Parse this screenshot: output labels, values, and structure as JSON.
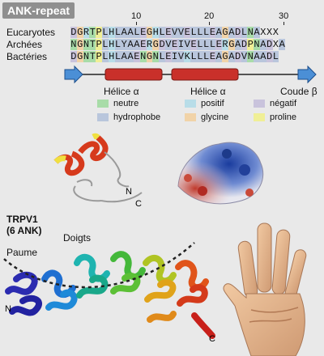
{
  "title": "ANK-repeat",
  "position_numbers": [
    "10",
    "20",
    "30"
  ],
  "rows": [
    {
      "label": "Eucaryotes",
      "residues": [
        [
          "D",
          "neg"
        ],
        [
          "G",
          "gly"
        ],
        [
          "R",
          "pos"
        ],
        [
          "T",
          "neutral"
        ],
        [
          "P",
          "pro"
        ],
        [
          "L",
          "hydro"
        ],
        [
          "H",
          "pos"
        ],
        [
          "L",
          "hydro"
        ],
        [
          "A",
          "hydro"
        ],
        [
          "A",
          "hydro"
        ],
        [
          "L",
          "hydro"
        ],
        [
          "E",
          "neg"
        ],
        [
          "G",
          "gly"
        ],
        [
          "H",
          "pos"
        ],
        [
          "L",
          "hydro"
        ],
        [
          "E",
          "neg"
        ],
        [
          "V",
          "hydro"
        ],
        [
          "V",
          "hydro"
        ],
        [
          "E",
          "neg"
        ],
        [
          "L",
          "hydro"
        ],
        [
          "L",
          "hydro"
        ],
        [
          "L",
          "hydro"
        ],
        [
          "E",
          "neg"
        ],
        [
          "A",
          "hydro"
        ],
        [
          "G",
          "gly"
        ],
        [
          "A",
          "hydro"
        ],
        [
          "D",
          "neg"
        ],
        [
          "L",
          "hydro"
        ],
        [
          "N",
          "neutral"
        ],
        [
          "A",
          "hydro"
        ],
        [
          "X",
          ""
        ],
        [
          "X",
          ""
        ],
        [
          "X",
          ""
        ]
      ]
    },
    {
      "label": "Archées",
      "residues": [
        [
          "N",
          "neutral"
        ],
        [
          "G",
          "gly"
        ],
        [
          "N",
          "neutral"
        ],
        [
          "T",
          "neutral"
        ],
        [
          "P",
          "pro"
        ],
        [
          "L",
          "hydro"
        ],
        [
          "H",
          "pos"
        ],
        [
          "L",
          "hydro"
        ],
        [
          "Y",
          "hydro"
        ],
        [
          "A",
          "hydro"
        ],
        [
          "A",
          "hydro"
        ],
        [
          "E",
          "neg"
        ],
        [
          "R",
          "pos"
        ],
        [
          "G",
          "gly"
        ],
        [
          "D",
          "neg"
        ],
        [
          "V",
          "hydro"
        ],
        [
          "E",
          "neg"
        ],
        [
          "I",
          "hydro"
        ],
        [
          "V",
          "hydro"
        ],
        [
          "E",
          "neg"
        ],
        [
          "L",
          "hydro"
        ],
        [
          "L",
          "hydro"
        ],
        [
          "L",
          "hydro"
        ],
        [
          "E",
          "neg"
        ],
        [
          "R",
          "pos"
        ],
        [
          "G",
          "gly"
        ],
        [
          "A",
          "hydro"
        ],
        [
          "D",
          "neg"
        ],
        [
          "P",
          "pro"
        ],
        [
          "N",
          "neutral"
        ],
        [
          "A",
          "hydro"
        ],
        [
          "D",
          "neg"
        ],
        [
          "X",
          ""
        ],
        [
          "A",
          "hydro"
        ]
      ]
    },
    {
      "label": "Bactéries",
      "residues": [
        [
          "D",
          "neg"
        ],
        [
          "G",
          "gly"
        ],
        [
          "N",
          "neutral"
        ],
        [
          "T",
          "neutral"
        ],
        [
          "P",
          "pro"
        ],
        [
          "L",
          "hydro"
        ],
        [
          "H",
          "pos"
        ],
        [
          "L",
          "hydro"
        ],
        [
          "A",
          "hydro"
        ],
        [
          "A",
          "hydro"
        ],
        [
          "E",
          "neg"
        ],
        [
          "N",
          "neutral"
        ],
        [
          "G",
          "gly"
        ],
        [
          "N",
          "neutral"
        ],
        [
          "L",
          "hydro"
        ],
        [
          "E",
          "neg"
        ],
        [
          "I",
          "hydro"
        ],
        [
          "V",
          "hydro"
        ],
        [
          "K",
          "pos"
        ],
        [
          "L",
          "hydro"
        ],
        [
          "L",
          "hydro"
        ],
        [
          "L",
          "hydro"
        ],
        [
          "E",
          "neg"
        ],
        [
          "A",
          "hydro"
        ],
        [
          "G",
          "gly"
        ],
        [
          "A",
          "hydro"
        ],
        [
          "D",
          "neg"
        ],
        [
          "V",
          "hydro"
        ],
        [
          "N",
          "neutral"
        ],
        [
          "A",
          "hydro"
        ],
        [
          "A",
          "hydro"
        ],
        [
          "D",
          "neg"
        ],
        [
          "L",
          "hydro"
        ]
      ]
    }
  ],
  "structure_labels": {
    "helix1": "Hélice α",
    "helix2": "Hélice α",
    "turn": "Coude β"
  },
  "legend": {
    "neutral": "neutre",
    "hydro": "hydrophobe",
    "pos": "positif",
    "gly": "glycine",
    "neg": "négatif",
    "pro": "proline"
  },
  "colors": {
    "neutral": "#a8dca8",
    "hydro": "#b9c6dc",
    "pos": "#b8dde8",
    "neg": "#c9c3dc",
    "gly": "#f1d3a8",
    "pro": "#f0ef96",
    "arrow": "#4b8fd6",
    "helix": "#c9302a"
  },
  "terminus": {
    "n": "N",
    "c": "C"
  },
  "trpv1": {
    "title_line1": "TRPV1",
    "title_line2": "(6 ANK)",
    "fingers": "Doigts",
    "palm": "Paume",
    "n": "N",
    "c": "C"
  },
  "icons": [
    "ribbon-structure-image",
    "surface-structure-image",
    "hand-image"
  ]
}
